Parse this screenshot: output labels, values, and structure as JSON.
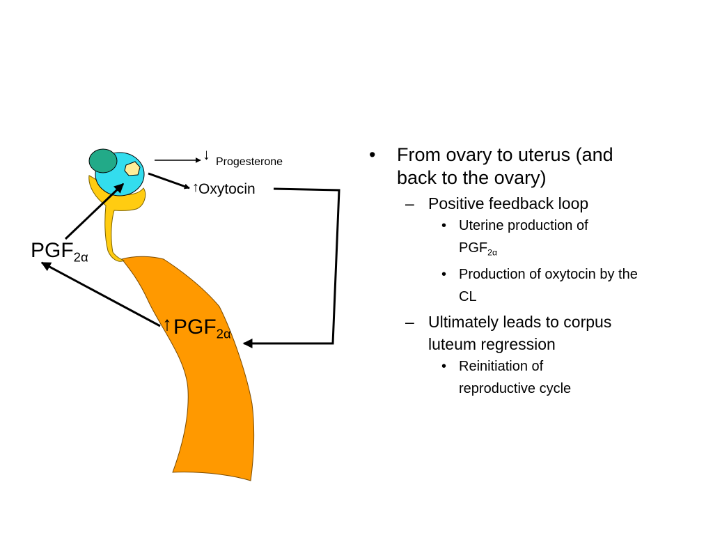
{
  "labels": {
    "progesterone": "Progesterone",
    "oxytocin": "Oxytocin",
    "pgf_left": {
      "base": "PGF",
      "subscript": "2α"
    },
    "pgf_uterus": {
      "base": "PGF",
      "subscript": "2α"
    },
    "down_arrow": "↓",
    "up_arrow": "↑"
  },
  "bullets": [
    {
      "level": 1,
      "marker": "•",
      "text": "From ovary to uterus (and back to the ovary)"
    },
    {
      "level": 2,
      "marker": "–",
      "text": "Positive feedback loop"
    },
    {
      "level": 3,
      "marker": "•",
      "text": "Uterine production of",
      "subscript_line": {
        "base": "PGF",
        "subscript": "2α"
      }
    },
    {
      "level": 3,
      "marker": "•",
      "text": "Production of oxytocin by the CL"
    },
    {
      "level": 2,
      "marker": "–",
      "text": "Ultimately leads to corpus luteum regression"
    },
    {
      "level": 3,
      "marker": "•",
      "text": "Reinitiation of reproductive cycle"
    }
  ],
  "colors": {
    "ovary": "#33ddee",
    "corpus_luteum": "#22aa88",
    "follicle": "#ffee99",
    "oviduct": "#ffcc11",
    "uterus": "#ff9900",
    "lines": "#000000"
  }
}
